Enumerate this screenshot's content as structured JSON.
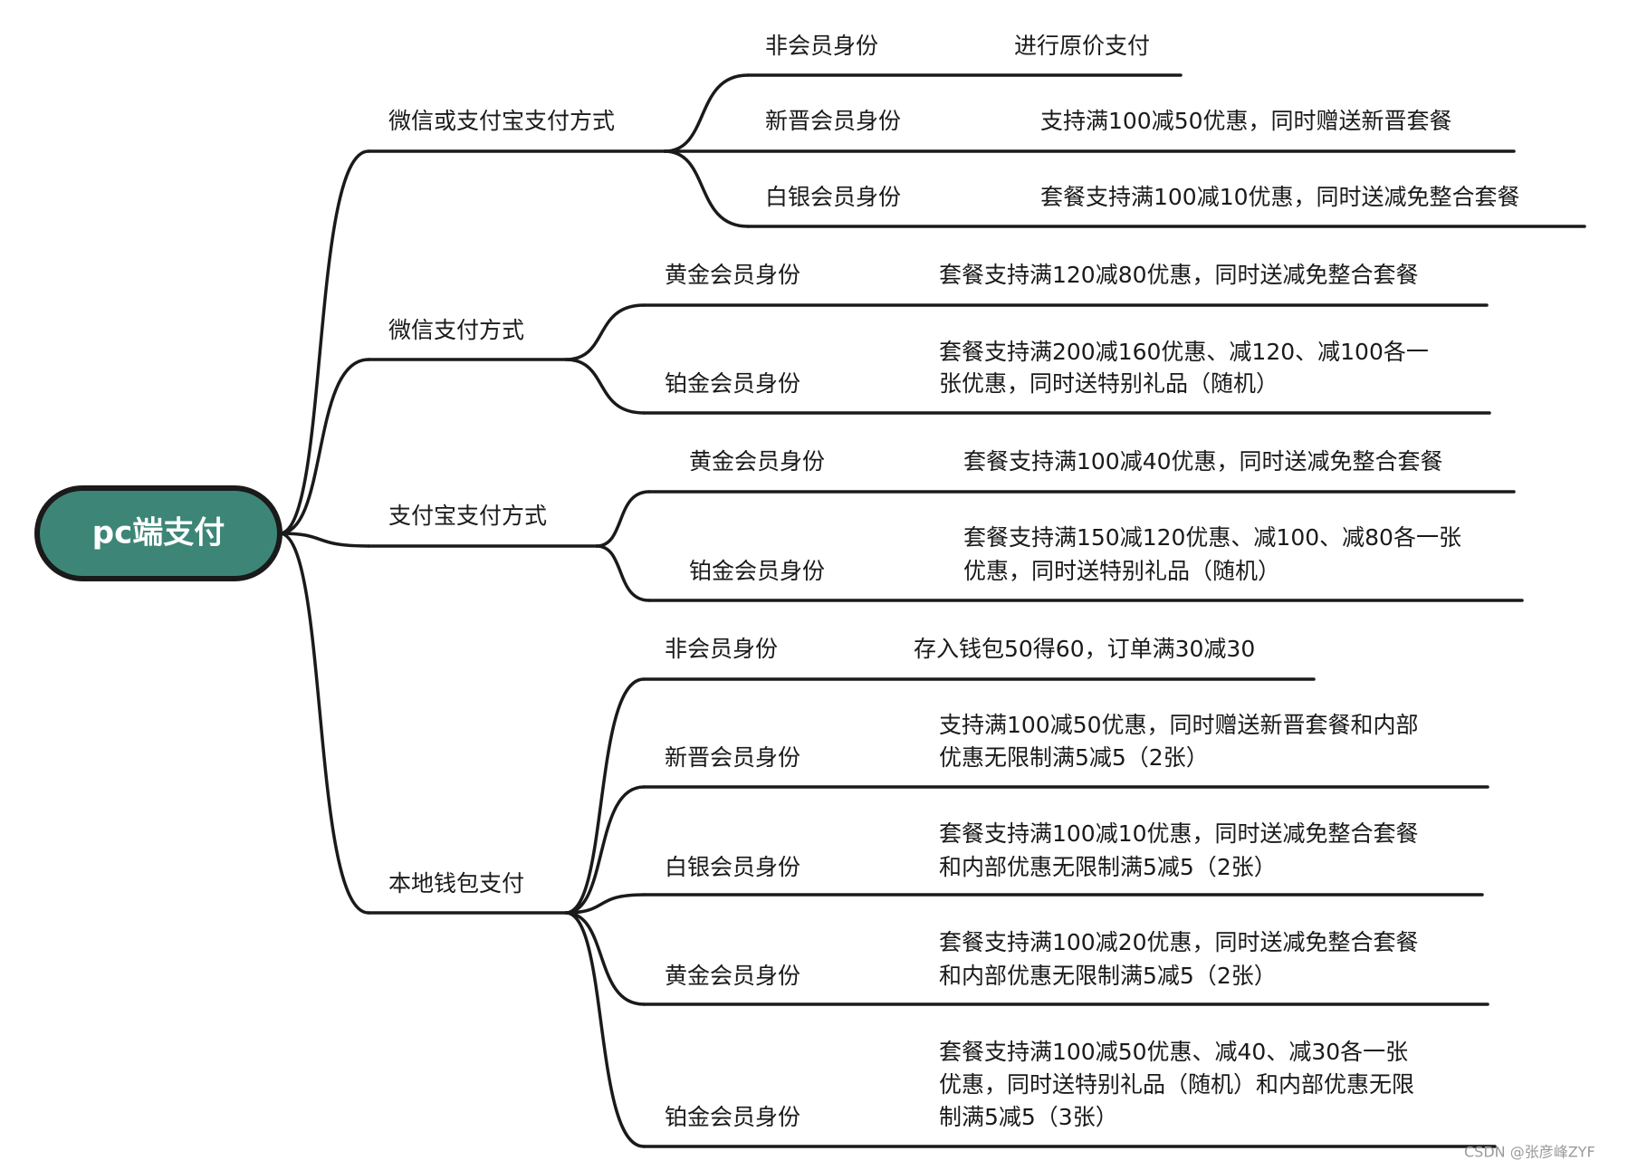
{
  "root": {
    "label": "pc端支付",
    "fill": "#3d8677",
    "border": "#1a1a1a"
  },
  "branches": [
    {
      "label": "微信或支付宝支付方式",
      "children": [
        {
          "label": "非会员身份",
          "desc": [
            "进行原价支付"
          ]
        },
        {
          "label": "新晋会员身份",
          "desc": [
            "支持满100减50优惠，同时赠送新晋套餐"
          ]
        },
        {
          "label": "白银会员身份",
          "desc": [
            "套餐支持满100减10优惠，同时送减免整合套餐"
          ]
        }
      ]
    },
    {
      "label": "微信支付方式",
      "children": [
        {
          "label": "黄金会员身份",
          "desc": [
            "套餐支持满120减80优惠，同时送减免整合套餐"
          ]
        },
        {
          "label": "铂金会员身份",
          "desc": [
            "套餐支持满200减160优惠、减120、减100各一",
            "张优惠，同时送特别礼品（随机）"
          ]
        }
      ]
    },
    {
      "label": "支付宝支付方式",
      "children": [
        {
          "label": "黄金会员身份",
          "desc": [
            "套餐支持满100减40优惠，同时送减免整合套餐"
          ]
        },
        {
          "label": "铂金会员身份",
          "desc": [
            "套餐支持满150减120优惠、减100、减80各一张",
            "优惠，同时送特别礼品（随机）"
          ]
        }
      ]
    },
    {
      "label": "本地钱包支付",
      "children": [
        {
          "label": "非会员身份",
          "desc": [
            "存入钱包50得60，订单满30减30"
          ]
        },
        {
          "label": "新晋会员身份",
          "desc": [
            "支持满100减50优惠，同时赠送新晋套餐和内部",
            "优惠无限制满5减5（2张）"
          ]
        },
        {
          "label": "白银会员身份",
          "desc": [
            "套餐支持满100减10优惠，同时送减免整合套餐",
            "和内部优惠无限制满5减5（2张）"
          ]
        },
        {
          "label": "黄金会员身份",
          "desc": [
            "套餐支持满100减20优惠，同时送减免整合套餐",
            "和内部优惠无限制满5减5（2张）"
          ]
        },
        {
          "label": "铂金会员身份",
          "desc": [
            "套餐支持满100减50优惠、减40、减30各一张",
            "优惠，同时送特别礼品（随机）和内部优惠无限",
            "制满5减5（3张）"
          ]
        }
      ]
    }
  ],
  "watermark": "CSDN @张彦峰ZYF"
}
